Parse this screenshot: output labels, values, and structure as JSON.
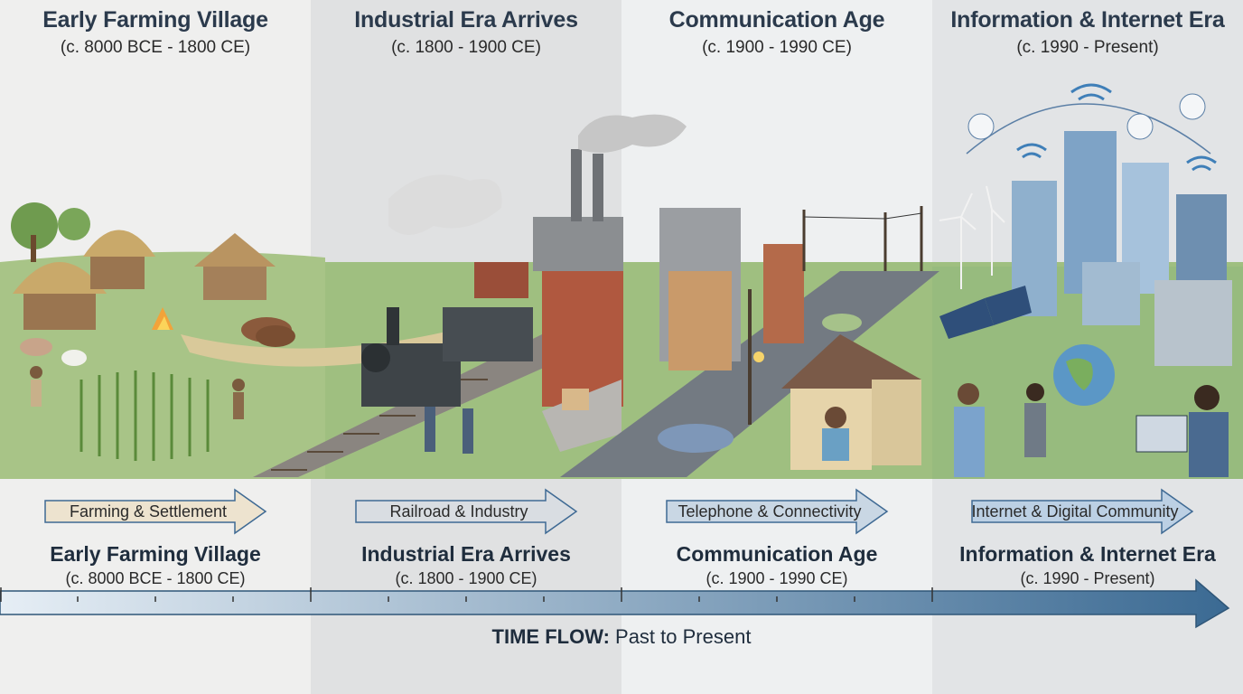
{
  "eras": [
    {
      "title": "Early Farming Village",
      "range": "(c. 8000 BCE - 1800 CE)",
      "arrow_label": "Farming & Settlement",
      "arrow_color": "#ede3cf"
    },
    {
      "title": "Industrial Era Arrives",
      "range": "(c. 1800 - 1900 CE)",
      "arrow_label": "Railroad & Industry",
      "arrow_color": "#d9dde2"
    },
    {
      "title": "Communication Age",
      "range": "(c. 1900 - 1990 CE)",
      "arrow_label": "Telephone & Connectivity",
      "arrow_color": "#c9d7e4"
    },
    {
      "title": "Information & Internet Era",
      "range": "(c. 1990 - Present)",
      "arrow_label": "Internet & Digital Community",
      "arrow_color": "#bcd0e4"
    }
  ],
  "timeline": {
    "strong": "TIME FLOW:",
    "rest": " Past to Present"
  },
  "colors": {
    "heading": "#2b3a4c",
    "arrow_stroke": "#3f6a94",
    "timeline_start": "#e6eef5",
    "timeline_end": "#3b6a93",
    "grass": "#9cc07a"
  }
}
